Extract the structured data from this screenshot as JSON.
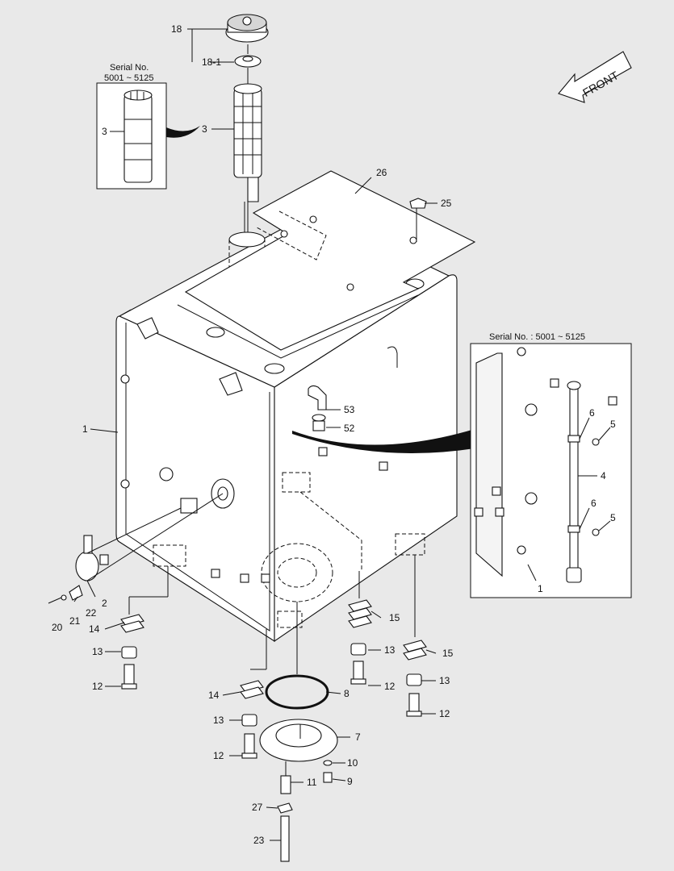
{
  "diagram": {
    "front_label": "FRONT",
    "inset_left": {
      "caption_line1": "Serial No.",
      "caption_line2": "5001 ~ 5125",
      "part_label": "3"
    },
    "inset_right": {
      "caption": "Serial No. : 5001 ~ 5125"
    },
    "callouts": {
      "c18": "18",
      "c18_1": "18-1",
      "c3": "3",
      "c26": "26",
      "c25": "25",
      "c1": "1",
      "c53": "53",
      "c52": "52",
      "c2": "2",
      "c22": "22",
      "c21": "21",
      "c20": "20",
      "c14a": "14",
      "c13a": "13",
      "c12a": "12",
      "c15a": "15",
      "c13b": "13",
      "c12b": "12",
      "c15b": "15",
      "c13c": "13",
      "c12c": "12",
      "c8": "8",
      "c14b": "14",
      "c13d": "13",
      "c12d": "12",
      "c7": "7",
      "c10": "10",
      "c9": "9",
      "c11": "11",
      "c27": "27",
      "c23": "23",
      "r6a": "6",
      "r5a": "5",
      "r4": "4",
      "r6b": "6",
      "r5b": "5",
      "r1": "1"
    }
  }
}
